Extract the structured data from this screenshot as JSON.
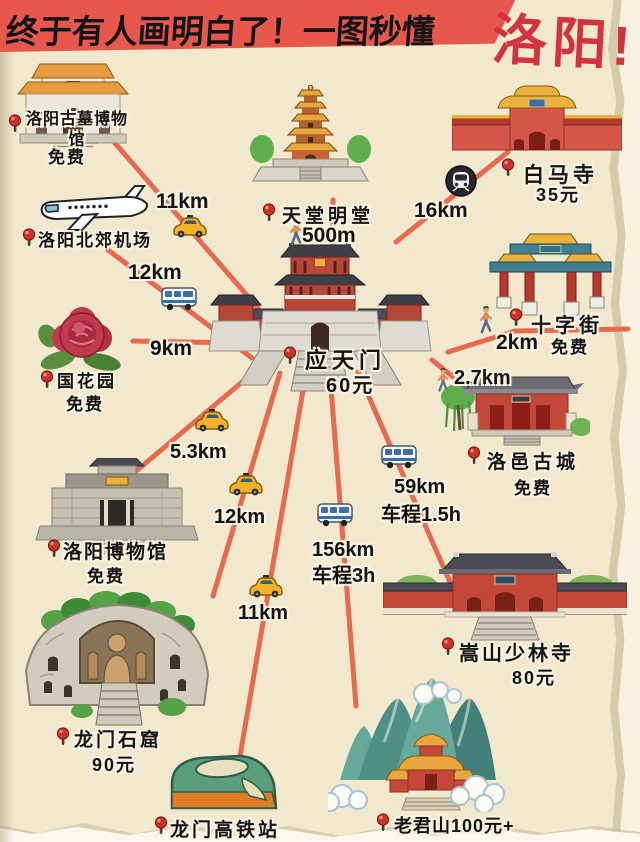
{
  "banner": {
    "headline": "终于有人画明白了！一图秒懂",
    "title": "洛阳!"
  },
  "places": {
    "tomb_museum": {
      "name": "洛阳古墓博物馆",
      "price": "免费",
      "distance": "11km",
      "mode": "taxi"
    },
    "airport": {
      "name": "洛阳北郊机场",
      "distance": "12km",
      "mode": "bus"
    },
    "tiantang": {
      "name": "天堂明堂",
      "distance": "500m",
      "mode": "walk"
    },
    "baima": {
      "name": "白马寺",
      "price": "35元",
      "distance": "16km",
      "mode": "metro"
    },
    "shizijie": {
      "name": "十字街",
      "price": "免费",
      "distance": "2km",
      "mode": "walk"
    },
    "yingtianmen": {
      "name": "应天门",
      "price": "60元"
    },
    "guohuayuan": {
      "name": "国花园",
      "price": "免费",
      "distance": "9km"
    },
    "luoyi": {
      "name": "洛邑古城",
      "price": "免费",
      "distance": "2.7km",
      "mode": "walk"
    },
    "museum": {
      "name": "洛阳博物馆",
      "price": "免费",
      "distance": "5.3km",
      "mode": "taxi"
    },
    "grottoes": {
      "name": "龙门石窟",
      "price": "90元",
      "distance": "12km",
      "mode": "taxi"
    },
    "station": {
      "name": "龙门高铁站",
      "distance": "11km",
      "mode": "taxi"
    },
    "laojun": {
      "name": "老君山100元+",
      "distance": "156km",
      "duration": "车程3h",
      "mode": "bus"
    },
    "shaolin": {
      "name": "嵩山少林寺",
      "price": "80元",
      "distance": "59km",
      "duration": "车程1.5h",
      "mode": "bus"
    }
  },
  "colors": {
    "background": "#f1e8cd",
    "banner": "#e8574b",
    "title": "#d5323f",
    "route": "#e66a50"
  },
  "icons": {
    "pin": "red-ball-map-pin",
    "taxi": "yellow-taxi",
    "bus": "white-minibus",
    "metro": "metro-train-in-black-circle",
    "walk": "walking-person",
    "plane": "airplane",
    "train": "high-speed-train"
  }
}
